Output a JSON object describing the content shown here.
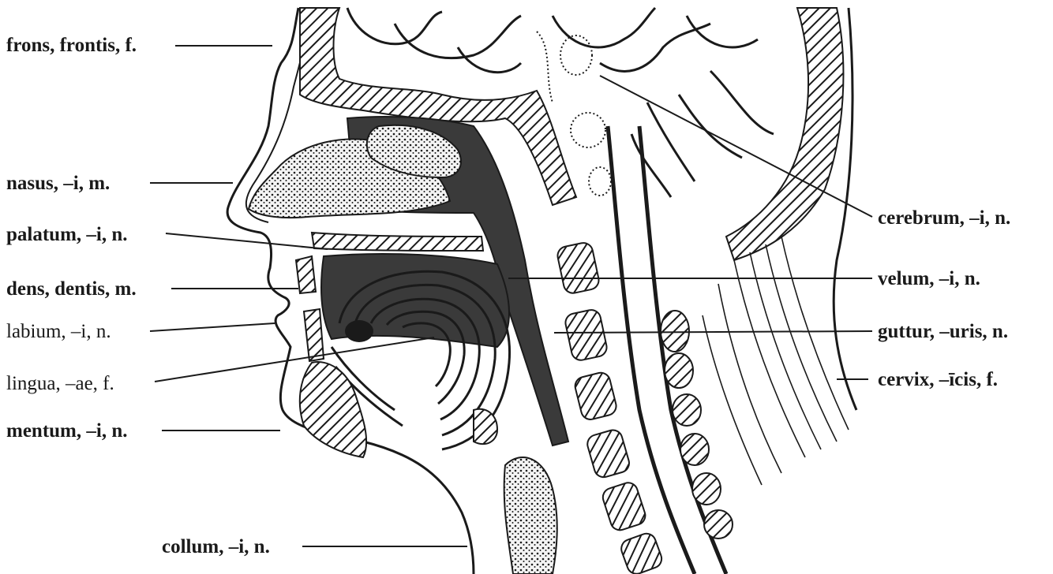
{
  "labels": {
    "frons": "frons, frontis, f.",
    "nasus": "nasus, –i, m.",
    "palatum": "palatum, –i, n.",
    "dens": "dens, dentis, m.",
    "labium": "labium, –i, n.",
    "lingua": "lingua, –ae, f.",
    "mentum": "mentum, –i, n.",
    "collum": "collum, –i, n.",
    "cerebrum": "cerebrum, –i, n.",
    "velum": "velum, –i, n.",
    "guttur": "guttur, –uris, n.",
    "cervix": "cervix, –īcis, f."
  },
  "colors": {
    "ink": "#1a1a1a",
    "tissue": "#3a3a3a",
    "paper": "#ffffff"
  }
}
